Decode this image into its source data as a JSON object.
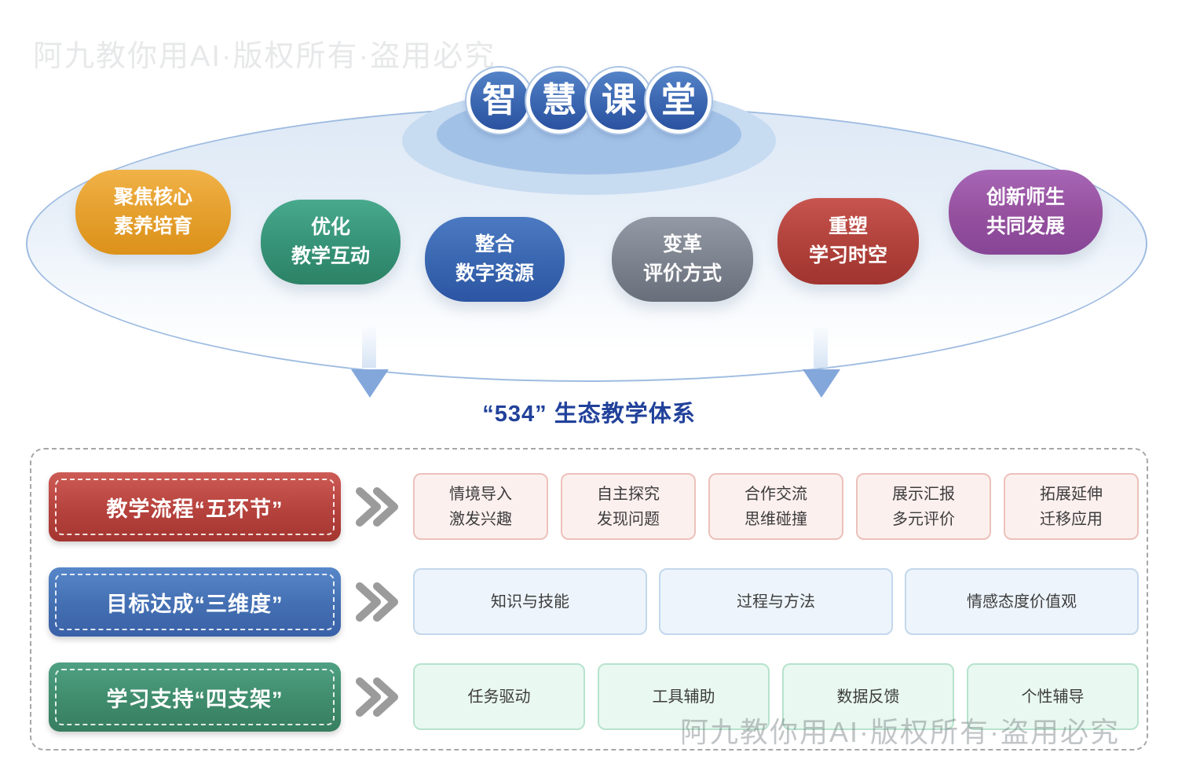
{
  "watermarks": {
    "top": "阿九教你用AI·版权所有·盗用必究",
    "bottom": "阿九教你用AI·版权所有·盗用必究"
  },
  "title": {
    "chars": [
      "智",
      "慧",
      "课",
      "堂"
    ],
    "circle_color": "#3A64AD"
  },
  "bubbles": [
    {
      "id": "focus-core-literacy",
      "line1": "聚焦核心",
      "line2": "素养培育",
      "color": "#E8A233"
    },
    {
      "id": "optimize-interaction",
      "line1": "优化",
      "line2": "教学互动",
      "color": "#379478"
    },
    {
      "id": "integrate-digital-resources",
      "line1": "整合",
      "line2": "数字资源",
      "color": "#3A67B1"
    },
    {
      "id": "reform-evaluation",
      "line1": "变革",
      "line2": "评价方式",
      "color": "#7E848F"
    },
    {
      "id": "reshape-learning-spacetime",
      "line1": "重塑",
      "line2": "学习时空",
      "color": "#B2423C"
    },
    {
      "id": "innovate-teacher-student",
      "line1": "创新师生",
      "line2": "共同发展",
      "color": "#96519F"
    }
  ],
  "heading": {
    "text": "“534” 生态教学体系",
    "color": "#21419A"
  },
  "rows": [
    {
      "pill": "教学流程“五环节”",
      "pill_color": "#B6423D",
      "boxes": [
        {
          "line1": "情境导入",
          "line2": "激发兴趣"
        },
        {
          "line1": "自主探究",
          "line2": "发现问题"
        },
        {
          "line1": "合作交流",
          "line2": "思维碰撞"
        },
        {
          "line1": "展示汇报",
          "line2": "多元评价"
        },
        {
          "line1": "拓展延伸",
          "line2": "迁移应用"
        }
      ]
    },
    {
      "pill": "目标达成“三维度”",
      "pill_color": "#436FB2",
      "boxes": [
        {
          "line1": "知识与技能"
        },
        {
          "line1": "过程与方法"
        },
        {
          "line1": "情感态度价值观"
        }
      ]
    },
    {
      "pill": "学习支持“四支架”",
      "pill_color": "#3F8C6C",
      "boxes": [
        {
          "line1": "任务驱动"
        },
        {
          "line1": "工具辅助"
        },
        {
          "line1": "数据反馈"
        },
        {
          "line1": "个性辅导"
        }
      ]
    }
  ]
}
